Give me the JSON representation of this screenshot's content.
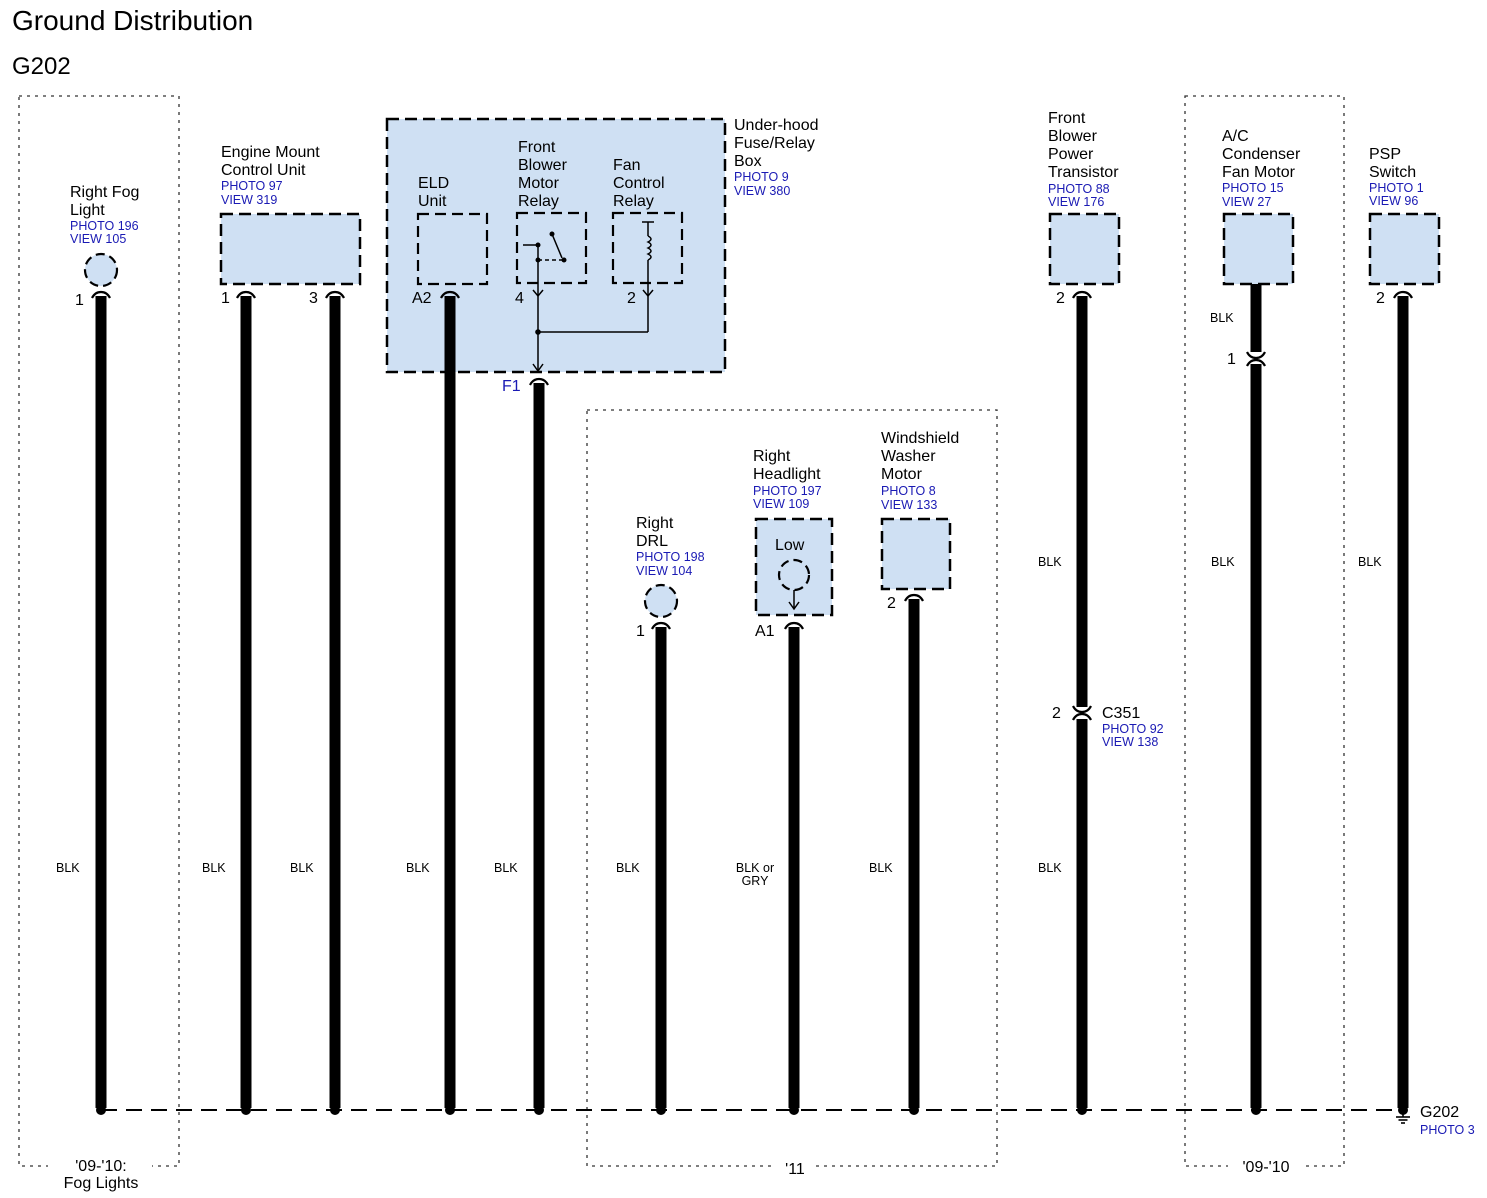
{
  "title": "Ground Distribution",
  "subtitle": "G202",
  "groups": {
    "fog": "'09-'10:\nFog Lights",
    "eleven": "'11",
    "nineten": "'09-'10"
  },
  "components": {
    "right_fog_light": {
      "name": "Right Fog\nLight",
      "photo": "PHOTO 196",
      "view": "VIEW 105",
      "pin": "1",
      "wire": "BLK"
    },
    "engine_mount": {
      "name": "Engine Mount\nControl Unit",
      "photo": "PHOTO 97",
      "view": "VIEW 319",
      "pin1": "1",
      "pin3": "3",
      "wire1": "BLK",
      "wire3": "BLK"
    },
    "underhood": {
      "name": "Under-hood\nFuse/Relay\nBox",
      "photo": "PHOTO 9",
      "view": "VIEW 380",
      "terminal": "F1",
      "wire": "BLK"
    },
    "eld_unit": {
      "name": "ELD\nUnit",
      "pin": "A2",
      "wire": "BLK"
    },
    "front_blower_relay": {
      "name": "Front\nBlower\nMotor\nRelay",
      "pin": "4"
    },
    "fan_control_relay": {
      "name": "Fan\nControl\nRelay",
      "pin": "2"
    },
    "right_drl": {
      "name": "Right\nDRL",
      "photo": "PHOTO 198",
      "view": "VIEW 104",
      "pin": "1",
      "wire": "BLK"
    },
    "right_headlight": {
      "name": "Right\nHeadlight",
      "photo": "PHOTO 197",
      "view": "VIEW 109",
      "inner": "Low",
      "pin": "A1",
      "wire": "BLK or\nGRY"
    },
    "washer_motor": {
      "name": "Windshield\nWasher\nMotor",
      "photo": "PHOTO 8",
      "view": "VIEW 133",
      "pin": "2",
      "wire": "BLK"
    },
    "front_blower_transistor": {
      "name": "Front\nBlower\nPower\nTransistor",
      "photo": "PHOTO 88",
      "view": "VIEW 176",
      "pin": "2",
      "wire_upper": "BLK",
      "wire_lower": "BLK"
    },
    "c351": {
      "name": "C351",
      "photo": "PHOTO 92",
      "view": "VIEW 138",
      "pin": "2"
    },
    "ac_condenser": {
      "name": "A/C\nCondenser\nFan Motor",
      "photo": "PHOTO 15",
      "view": "VIEW 27",
      "wire_top": "BLK",
      "pin": "1",
      "wire": "BLK"
    },
    "psp_switch": {
      "name": "PSP\nSwitch",
      "photo": "PHOTO 1",
      "view": "VIEW 96",
      "pin": "2",
      "wire": "BLK"
    }
  },
  "ground": {
    "name": "G202",
    "photo": "PHOTO 3"
  }
}
